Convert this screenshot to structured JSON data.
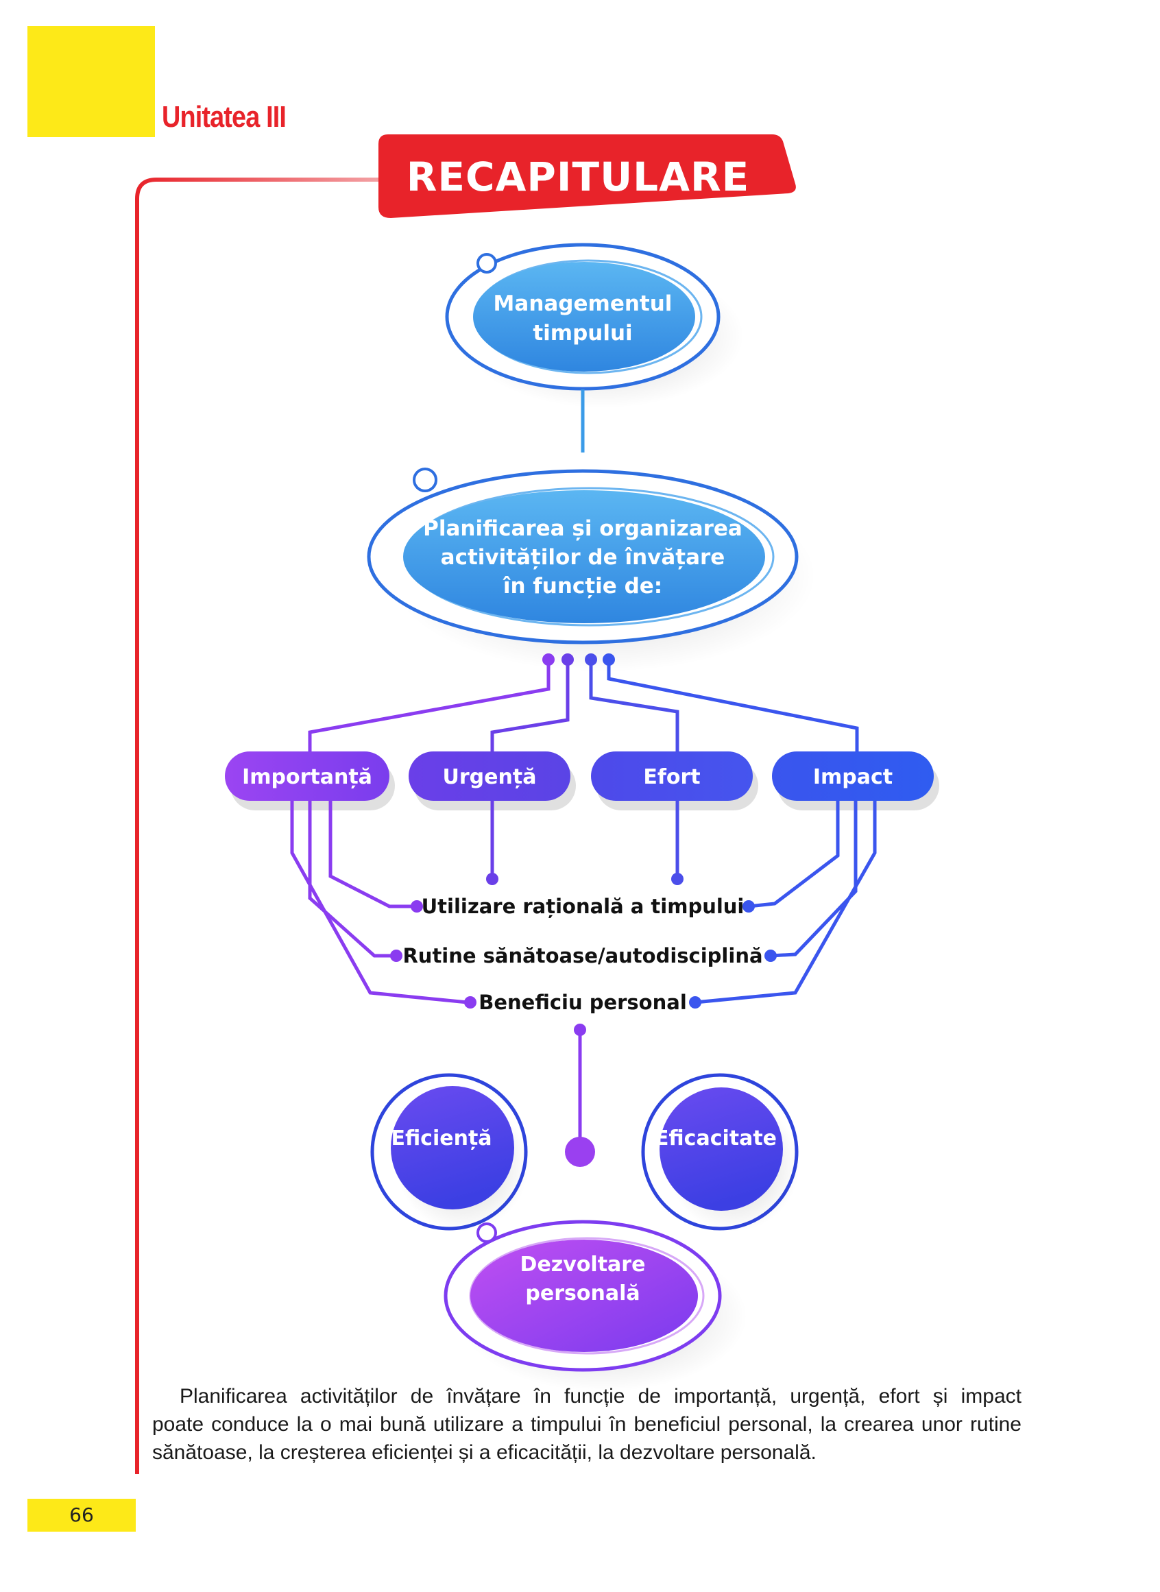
{
  "header": {
    "unit_label": "Unitatea III",
    "section_title": "RECAPITULARE"
  },
  "diagram": {
    "top_node": "Managementul timpului",
    "top_node_lines": [
      "Managementul",
      "timpului"
    ],
    "second_node_lines": [
      "Planificarea și organizarea",
      "activităților de învățare",
      "în funcție de:"
    ],
    "criteria": [
      "Importanță",
      "Urgență",
      "Efort",
      "Impact"
    ],
    "outcomes": [
      "Utilizare rațională a timpului",
      "Rutine sănătoase/autodisciplină",
      "Beneficiu personal"
    ],
    "result_left": "Eficiență",
    "result_right": "Eficacitate",
    "final_node_lines": [
      "Dezvoltare",
      "personală"
    ]
  },
  "paragraph": {
    "line1": "Planificarea activităților de învățare în funcție de importanță, urgență, efort și impact",
    "line2": "poate conduce la o mai bună utilizare a timpului în beneficiul personal, la crearea unor rutine",
    "line3": "sănătoase, la creșterea eficienței și a eficacității, la dezvoltare personală."
  },
  "footer": {
    "page_number": "66"
  },
  "colors": {
    "accent_red": "#e8232a",
    "yellow": "#fde918",
    "blue_light": "#3a9be8",
    "blue_dark": "#2f4fe0",
    "purple": "#8a3cf0"
  }
}
